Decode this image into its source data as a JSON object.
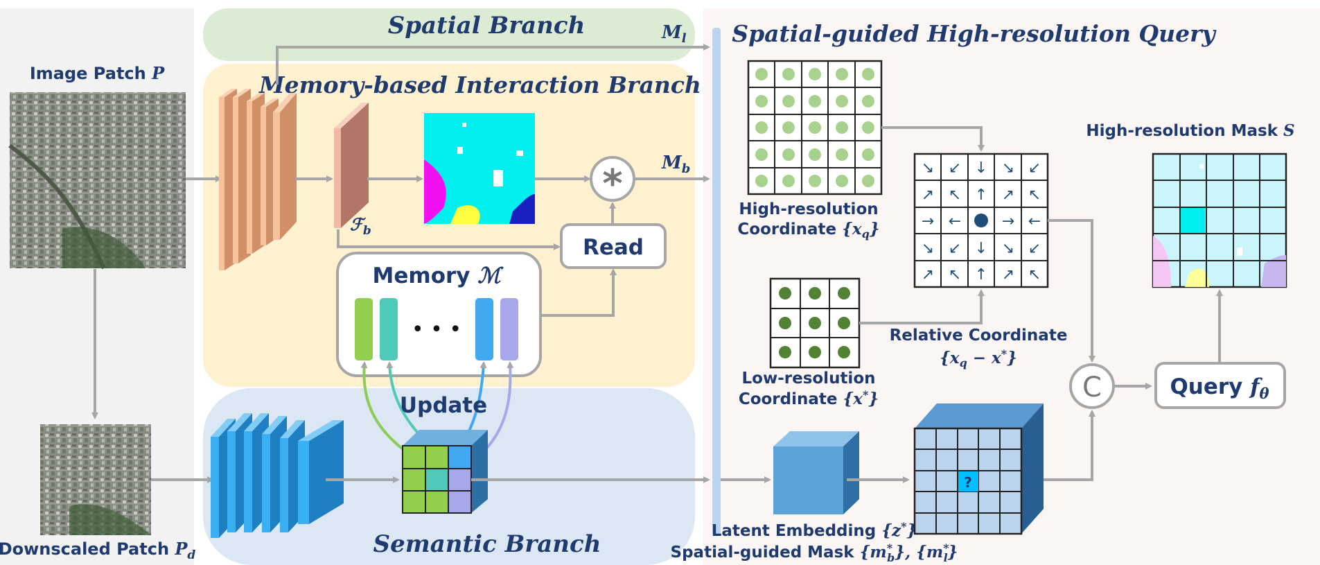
{
  "branches": {
    "spatial": "Spatial Branch",
    "memory": "Memory-based Interaction Branch",
    "semantic": "Semantic Branch",
    "query_section": "Spatial-guided High-resolution Query"
  },
  "inputs": {
    "image_patch": "Image Patch ",
    "image_patch_sym": "P",
    "downscaled_patch": "Downscaled Patch ",
    "downscaled_sym": "P",
    "downscaled_sub": "d"
  },
  "symbols": {
    "m_l": "M",
    "m_l_sub": "l",
    "m_b": "M",
    "m_b_sub": "b",
    "f_b": "ℱ",
    "f_b_sub": "b",
    "star": "*"
  },
  "memory": {
    "title": "Memory ",
    "sym": "ℳ",
    "ellipsis": "• • •",
    "read": "Read",
    "update": "Update"
  },
  "query": {
    "hr_coord_1": "High-resolution",
    "hr_coord_2": "Coordinate ",
    "hr_coord_sym": "{x",
    "hr_coord_sub": "q",
    "hr_coord_end": "}",
    "lr_coord_1": "Low-resolution",
    "lr_coord_2": "Coordinate ",
    "lr_coord_sym": "{x",
    "lr_coord_sup": "*",
    "lr_coord_end": "}",
    "rel_coord_1": "Relative Coordinate",
    "rel_coord_2": "{x",
    "rel_coord_sub": "q",
    "rel_coord_mid": " − x",
    "rel_coord_sup": "*",
    "rel_coord_end": "}",
    "latent": "Latent Embedding ",
    "latent_sym": "{z",
    "latent_sup": "*",
    "latent_end": "}",
    "sgmask": "Spatial-guided Mask ",
    "sgmask_sym": "{m",
    "sgmask_sub1": "b",
    "sgmask_sup1": "*",
    "sgmask_mid": "}, {m",
    "sgmask_sub2": "l",
    "sgmask_sup2": "*",
    "sgmask_end": "}",
    "hr_mask": "High-resolution Mask ",
    "hr_mask_sym": "S",
    "concat": "C",
    "query_fn": "Query ",
    "query_fn_sym": "f",
    "query_fn_sub": "θ",
    "unknown": "?"
  },
  "colors": {
    "spatial_bg": "#dcebd4",
    "memory_bg": "#fdf1d0",
    "semantic_bg": "#dce7f4",
    "right_bg": "#fbf6f3",
    "left_bg": "#f2f2f2",
    "title_blue": "#1f3a6e",
    "arrow_gray": "#a6a6a6"
  }
}
